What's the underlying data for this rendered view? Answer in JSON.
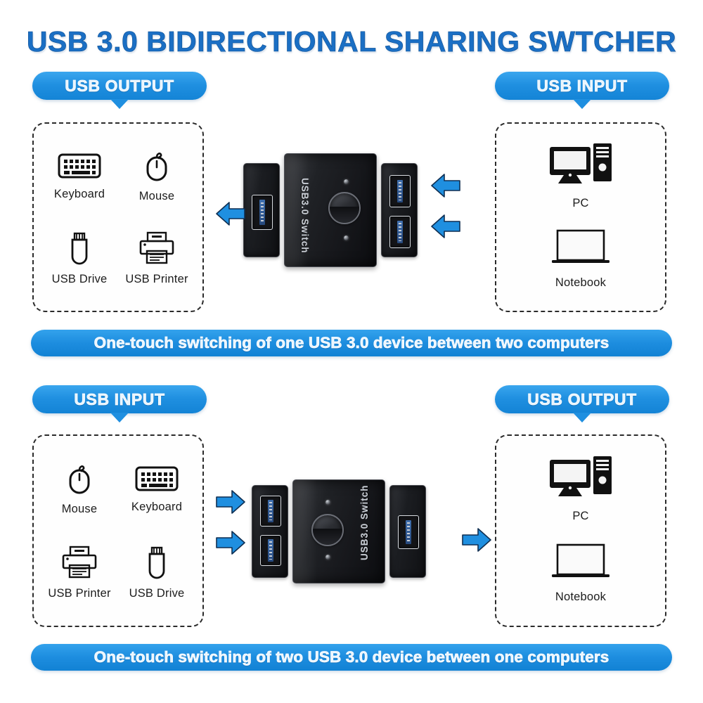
{
  "page": {
    "title": "USB 3.0 BIDIRECTIONAL SHARING SWTCHER",
    "accent_blue": "#1f8fe0",
    "title_blue": "#1b6fc4",
    "background": "#ffffff"
  },
  "section_top": {
    "left_badge": "USB OUTPUT",
    "right_badge": "USB INPUT",
    "caption": "One-touch switching of one USB 3.0 device between two computers",
    "left_panel": {
      "items": [
        {
          "label": "Keyboard",
          "icon": "keyboard-icon"
        },
        {
          "label": "Mouse",
          "icon": "mouse-icon"
        },
        {
          "label": "USB Drive",
          "icon": "usb-drive-icon"
        },
        {
          "label": "USB Printer",
          "icon": "printer-icon"
        }
      ]
    },
    "right_panel": {
      "items": [
        {
          "label": "PC",
          "icon": "desktop-pc-icon"
        },
        {
          "label": "Notebook",
          "icon": "laptop-icon"
        }
      ]
    },
    "device": {
      "brand_text": "USB3.0 Switch",
      "left_ports": 1,
      "right_ports": 2,
      "arrow_direction": "left"
    }
  },
  "section_bottom": {
    "left_badge": "USB INPUT",
    "right_badge": "USB OUTPUT",
    "caption": "One-touch switching of two USB 3.0 device between one computers",
    "left_panel": {
      "items": [
        {
          "label": "Mouse",
          "icon": "mouse-icon"
        },
        {
          "label": "Keyboard",
          "icon": "keyboard-icon"
        },
        {
          "label": "USB Printer",
          "icon": "printer-icon"
        },
        {
          "label": "USB Drive",
          "icon": "usb-drive-icon"
        }
      ]
    },
    "right_panel": {
      "items": [
        {
          "label": "PC",
          "icon": "desktop-pc-icon"
        },
        {
          "label": "Notebook",
          "icon": "laptop-icon"
        }
      ]
    },
    "device": {
      "brand_text": "USB3.0 Switch",
      "left_ports": 2,
      "right_ports": 1,
      "arrow_direction": "right"
    }
  }
}
